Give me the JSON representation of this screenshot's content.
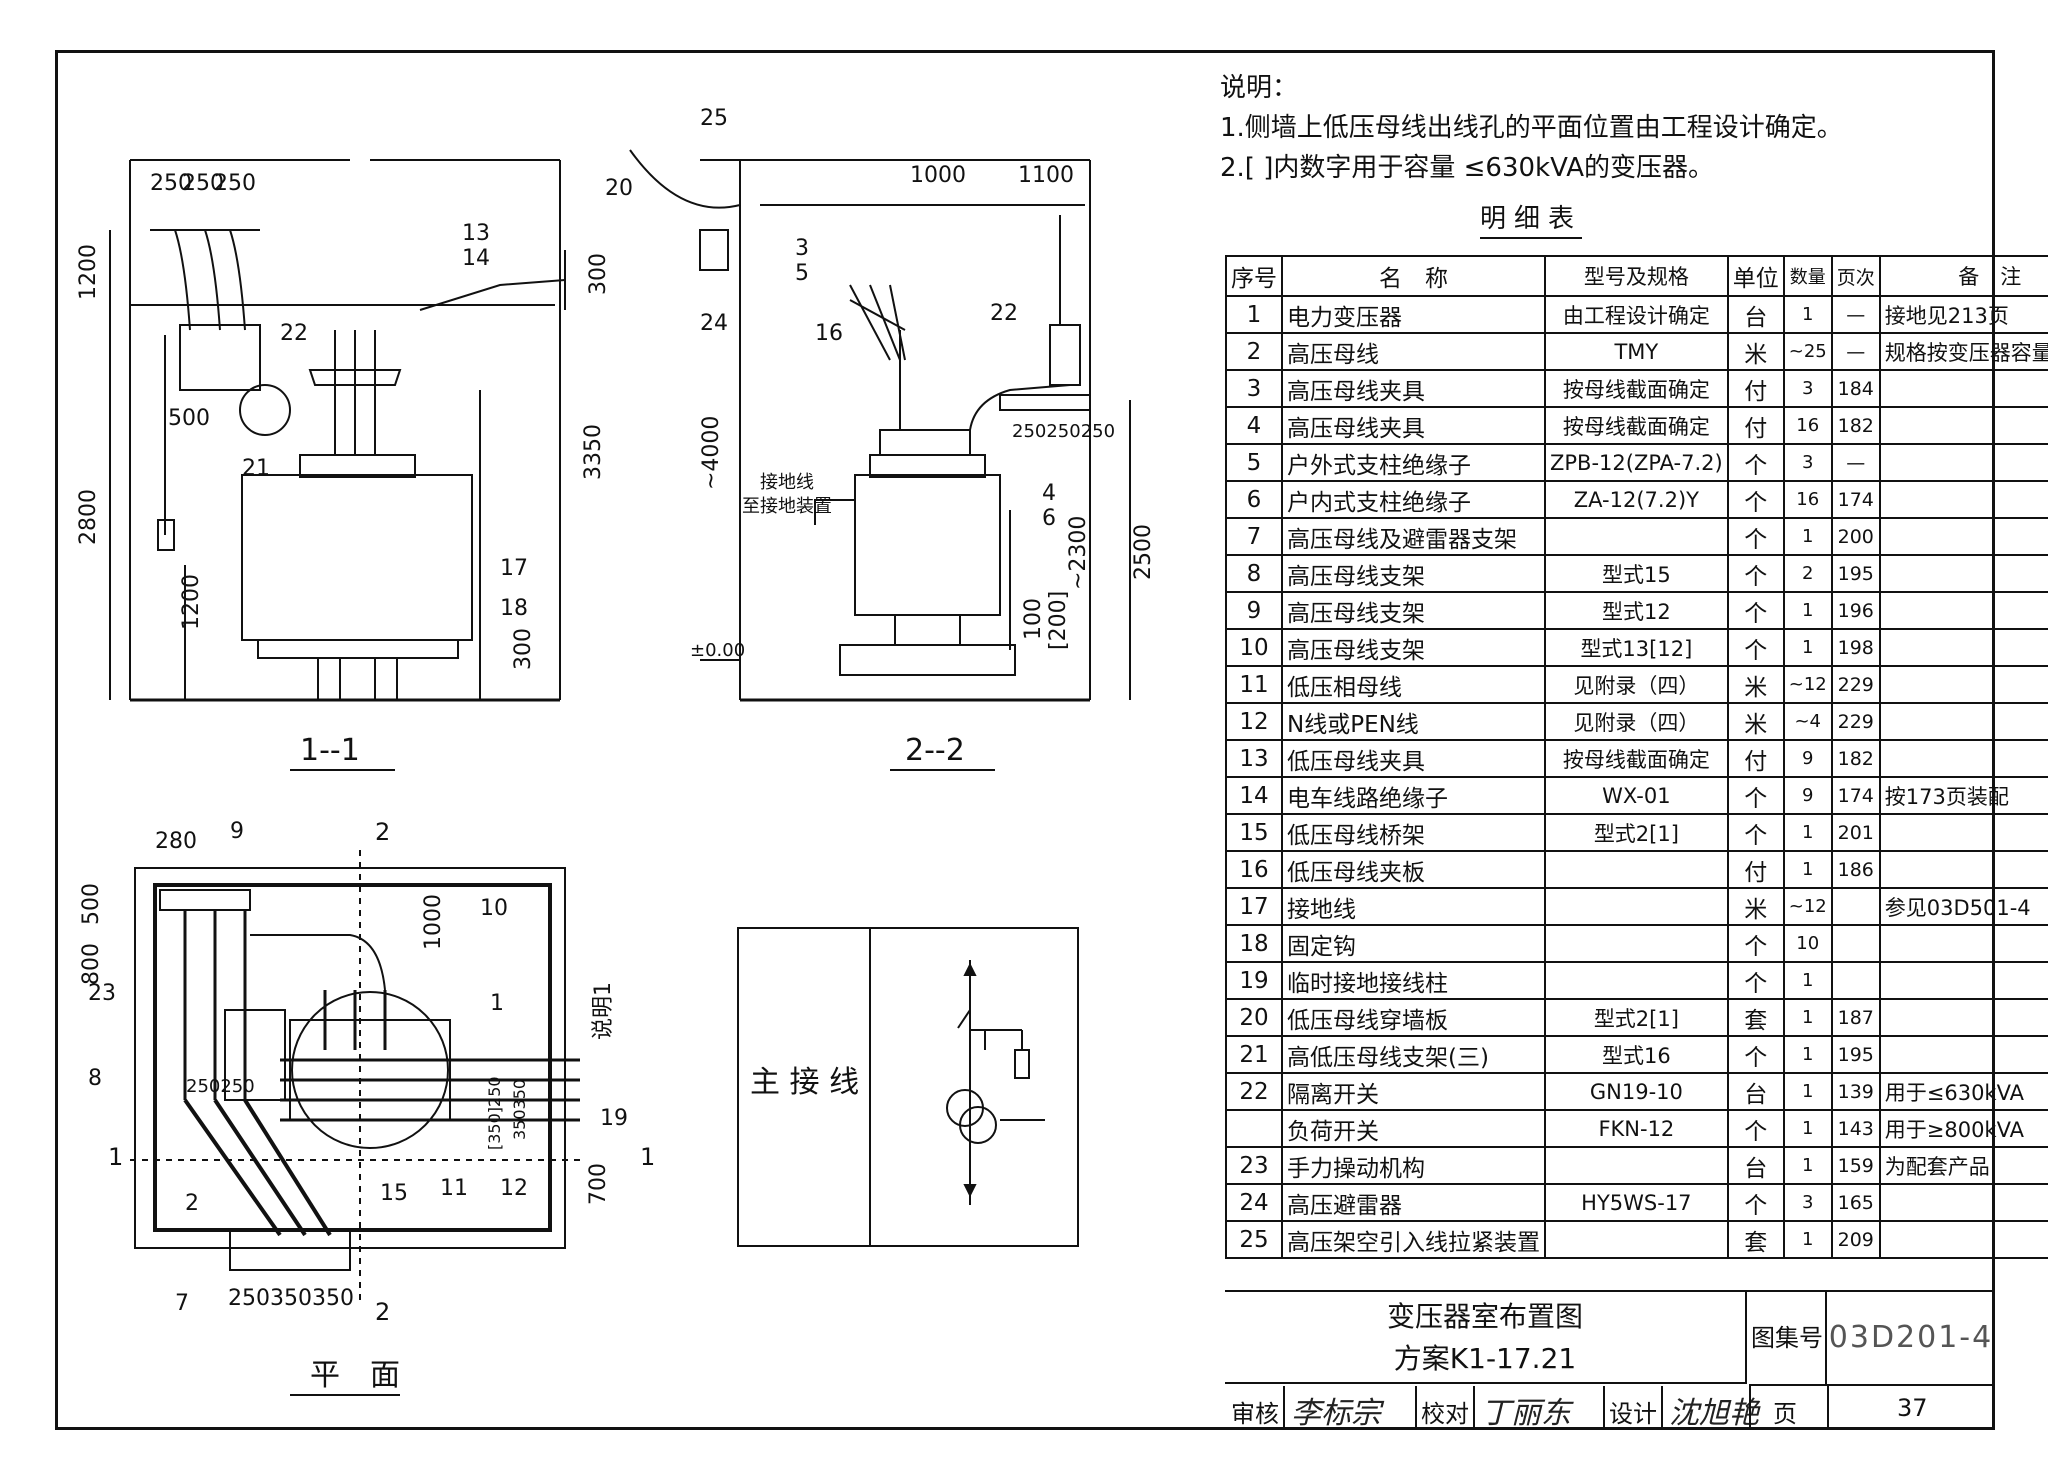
{
  "notes": {
    "heading": "说明：",
    "line1": "1.侧墙上低压母线出线孔的平面位置由工程设计确定。",
    "line2": "2.[ ]内数字用于容量 ≤630kVA的变压器。"
  },
  "table": {
    "title": "明细表",
    "headers": [
      "序号",
      "名　称",
      "型号及规格",
      "单位",
      "数量",
      "页次",
      "备　注"
    ],
    "rows": [
      [
        "1",
        "电力变压器",
        "由工程设计确定",
        "台",
        "1",
        "—",
        "接地见213页"
      ],
      [
        "2",
        "高压母线",
        "TMY",
        "米",
        "~25",
        "—",
        "规格按变压器容量确定"
      ],
      [
        "3",
        "高压母线夹具",
        "按母线截面确定",
        "付",
        "3",
        "184",
        ""
      ],
      [
        "4",
        "高压母线夹具",
        "按母线截面确定",
        "付",
        "16",
        "182",
        ""
      ],
      [
        "5",
        "户外式支柱绝缘子",
        "ZPB-12(ZPA-7.2)",
        "个",
        "3",
        "—",
        ""
      ],
      [
        "6",
        "户内式支柱绝缘子",
        "ZA-12(7.2)Y",
        "个",
        "16",
        "174",
        ""
      ],
      [
        "7",
        "高压母线及避雷器支架",
        "",
        "个",
        "1",
        "200",
        ""
      ],
      [
        "8",
        "高压母线支架",
        "型式15",
        "个",
        "2",
        "195",
        ""
      ],
      [
        "9",
        "高压母线支架",
        "型式12",
        "个",
        "1",
        "196",
        ""
      ],
      [
        "10",
        "高压母线支架",
        "型式13[12]",
        "个",
        "1",
        "198",
        ""
      ],
      [
        "11",
        "低压相母线",
        "见附录（四）",
        "米",
        "~12",
        "229",
        ""
      ],
      [
        "12",
        "N线或PEN线",
        "见附录（四）",
        "米",
        "~4",
        "229",
        ""
      ],
      [
        "13",
        "低压母线夹具",
        "按母线截面确定",
        "付",
        "9",
        "182",
        ""
      ],
      [
        "14",
        "电车线路绝缘子",
        "WX-01",
        "个",
        "9",
        "174",
        "按173页装配"
      ],
      [
        "15",
        "低压母线桥架",
        "型式2[1]",
        "个",
        "1",
        "201",
        ""
      ],
      [
        "16",
        "低压母线夹板",
        "",
        "付",
        "1",
        "186",
        ""
      ],
      [
        "17",
        "接地线",
        "",
        "米",
        "~12",
        "",
        "参见03D501-4"
      ],
      [
        "18",
        "固定钩",
        "",
        "个",
        "10",
        "",
        ""
      ],
      [
        "19",
        "临时接地接线柱",
        "",
        "个",
        "1",
        "",
        ""
      ],
      [
        "20",
        "低压母线穿墙板",
        "型式2[1]",
        "套",
        "1",
        "187",
        ""
      ],
      [
        "21",
        "高低压母线支架(三)",
        "型式16",
        "个",
        "1",
        "195",
        ""
      ],
      [
        "22",
        "隔离开关",
        "GN19-10",
        "台",
        "1",
        "139",
        "用于≤630kVA"
      ],
      [
        "",
        "负荷开关",
        "FKN-12",
        "个",
        "1",
        "143",
        "用于≥800kVA"
      ],
      [
        "23",
        "手力操动机构",
        "",
        "台",
        "1",
        "159",
        "为配套产品"
      ],
      [
        "24",
        "高压避雷器",
        "HY5WS-17",
        "个",
        "3",
        "165",
        ""
      ],
      [
        "25",
        "高压架空引入线拉紧装置",
        "",
        "套",
        "1",
        "209",
        ""
      ]
    ]
  },
  "titleblock": {
    "name": "变压器室布置图",
    "scheme": "方案K1-17.21",
    "atlas_label": "图集号",
    "atlas_no": "03D201-4",
    "review_label": "审核",
    "check_label": "校对",
    "design_label": "设计",
    "page_label": "页",
    "page_no": "37"
  },
  "views": {
    "section1": "1--1",
    "section2": "2--2",
    "plan": "平　面",
    "main_wiring": "主 接 线"
  },
  "dims": {
    "s1_top": [
      "250",
      "250",
      "250"
    ],
    "s1_1200": "1200",
    "s1_2800": "2800",
    "s1_3350": "3350",
    "s1_500": "500",
    "s1_1200b": "1200",
    "s1_300": "300",
    "s1_300b": "300",
    "s2_1000": "1000",
    "s2_1100": "1100",
    "s2_4000": "~4000",
    "s2_2300": "~2300",
    "s2_2500": "2500",
    "s2_100": "100",
    "s2_200": "[200]",
    "s2_000": "±0.00",
    "s2_250": "250250250",
    "s2_ground": "接地线",
    "s2_ground2": "至接地装置",
    "p_280": "280",
    "p_500": "500",
    "p_800": "800",
    "p_1000": "1000",
    "p_700": "700",
    "p_bottom": "250350350",
    "p_250250": "250250",
    "p_note": "说明1",
    "p_col": "[350]250",
    "p_col2": "350350"
  },
  "callouts": {
    "s1": [
      "13",
      "14",
      "20",
      "22",
      "21",
      "17",
      "18"
    ],
    "s2": [
      "25",
      "3",
      "5",
      "24",
      "16",
      "22",
      "4",
      "6"
    ],
    "plan": [
      "9",
      "10",
      "1",
      "23",
      "8",
      "2",
      "7",
      "15",
      "11",
      "12",
      "19"
    ]
  },
  "section_marks": {
    "two": "2",
    "one": "1"
  },
  "signatures": {
    "review": "李标宗",
    "check": "丁丽东",
    "design": "沈旭艳"
  }
}
